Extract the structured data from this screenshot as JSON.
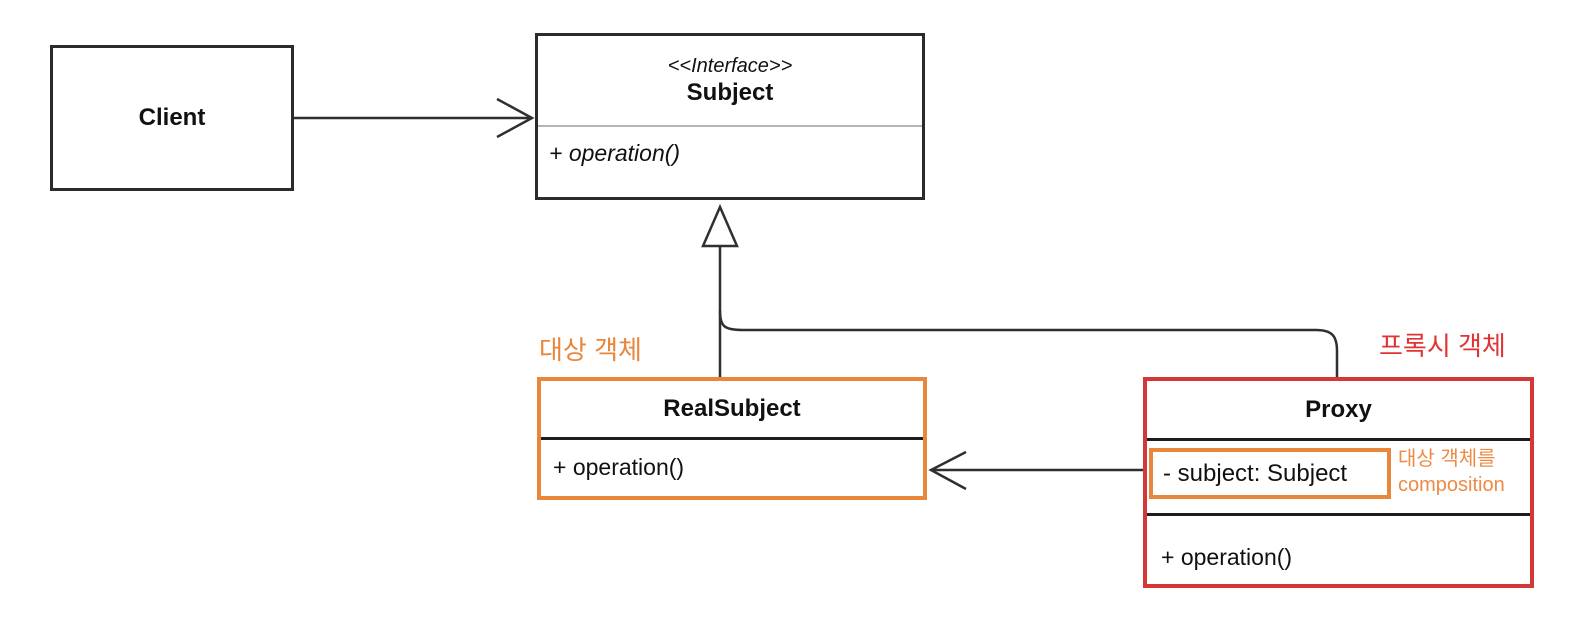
{
  "diagram": {
    "title": "Proxy pattern UML class diagram",
    "colors": {
      "line": "#2f2f2f",
      "box_border": "#2b2b2b",
      "orange_accent": "#e8863b",
      "orange_note_text": "#ed8a45",
      "red_accent": "#d43737",
      "red_label_text": "#e03434",
      "gray_divider": "#b5b5b5"
    },
    "client": {
      "name": "Client"
    },
    "subject": {
      "stereotype": "<<Interface>>",
      "name": "Subject",
      "method": "+ operation()"
    },
    "realsubject": {
      "name": "RealSubject",
      "method": "+ operation()",
      "label": "대상 객체"
    },
    "proxy": {
      "name": "Proxy",
      "attribute": "- subject: Subject",
      "method": "+ operation()",
      "label": "프록시 객체",
      "note_line1": "대상 객체를",
      "note_line2": "composition"
    },
    "relations": {
      "client_to_subject": "association arrow",
      "realsubject_to_subject": "generalization (hollow triangle)",
      "proxy_to_subject": "generalization (shared triangle)",
      "proxy_to_realsubject": "association arrow from subject attribute"
    }
  }
}
